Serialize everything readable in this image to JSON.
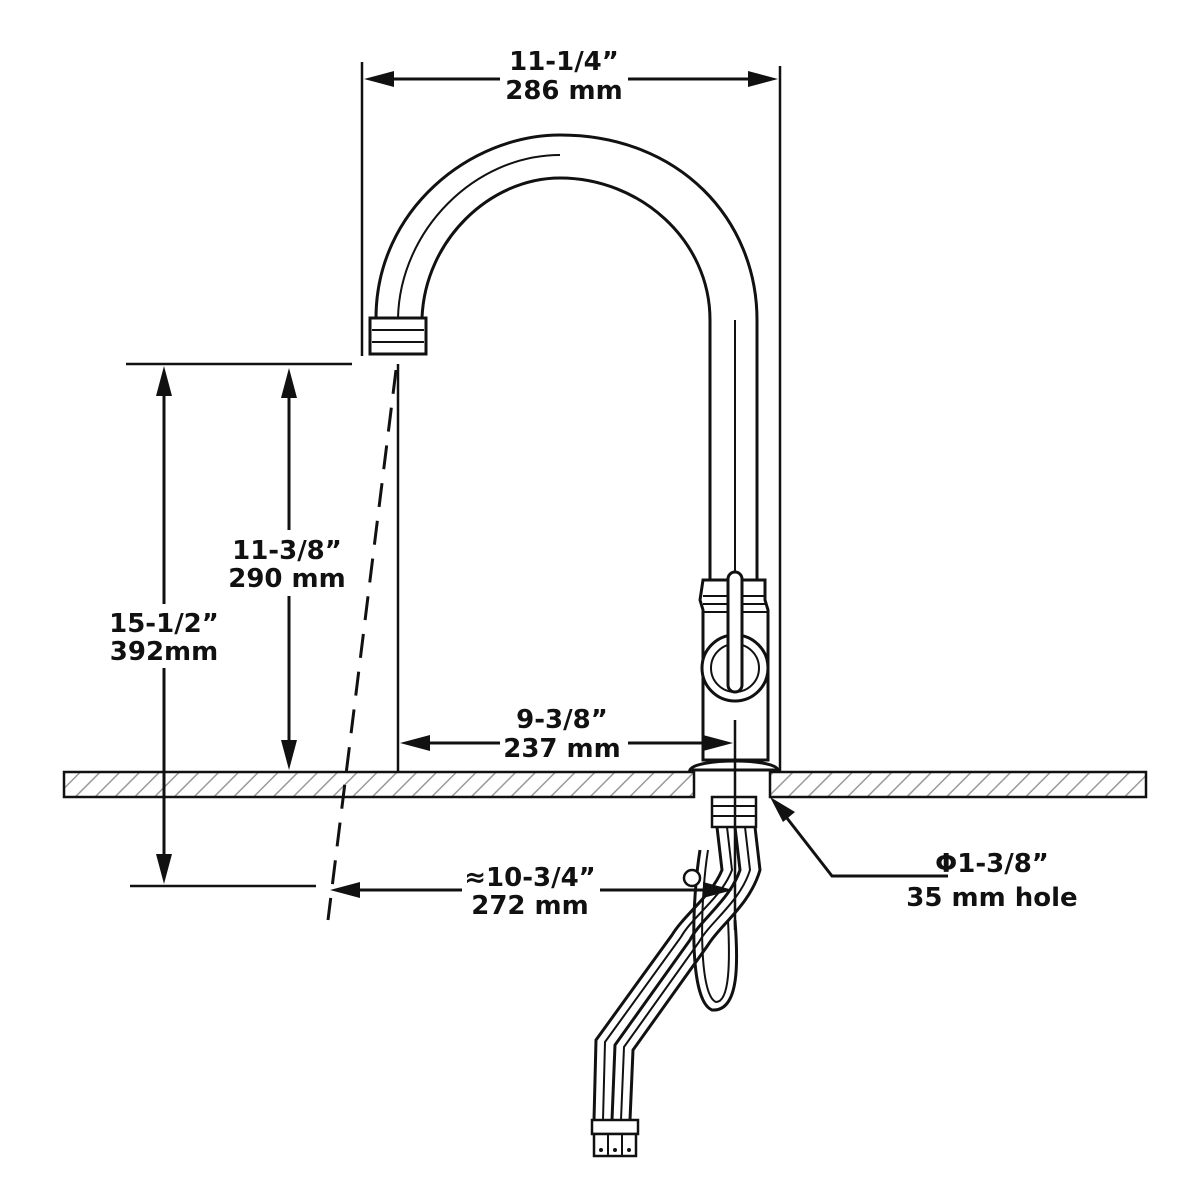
{
  "dimensions": {
    "spout_reach": {
      "imperial": "11-1/4”",
      "metric": "286 mm"
    },
    "spout_height": {
      "imperial": "11-3/8”",
      "metric": "290 mm"
    },
    "overall_height": {
      "imperial": "15-1/2”",
      "metric": "392mm"
    },
    "spout_to_center": {
      "imperial": "9-3/8”",
      "metric": "237 mm"
    },
    "hose_reach": {
      "imperial": "≈10-3/4”",
      "metric": "272 mm"
    },
    "mounting_hole": {
      "imperial": "Φ1-3/8”",
      "metric": "35 mm hole"
    }
  },
  "colors": {
    "line": "#111111",
    "hatch": "#9a9a9a",
    "background": "#ffffff"
  }
}
